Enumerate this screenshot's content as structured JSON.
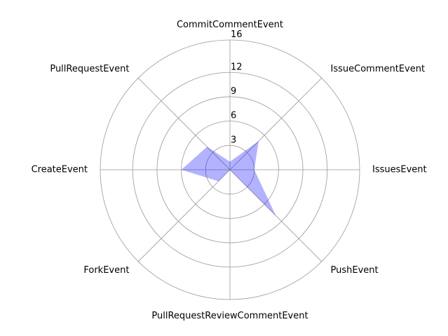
{
  "chart_data": {
    "type": "radar",
    "categories": [
      "CommitCommentEvent",
      "IssueCommentEvent",
      "IssuesEvent",
      "PushEvent",
      "PullRequestReviewCommentEvent",
      "ForkEvent",
      "CreateEvent",
      "PullRequestEvent"
    ],
    "values": [
      1,
      5,
      3,
      8,
      0,
      2,
      6,
      4
    ],
    "r_ticks": [
      "3",
      "6",
      "9",
      "12",
      "16"
    ],
    "r_tick_values": [
      3,
      6,
      9,
      12,
      16
    ],
    "rlim": [
      0,
      16
    ],
    "fill_color": "#0000ff",
    "fill_opacity": 0.3,
    "grid_color": "#999999",
    "grid": true
  }
}
